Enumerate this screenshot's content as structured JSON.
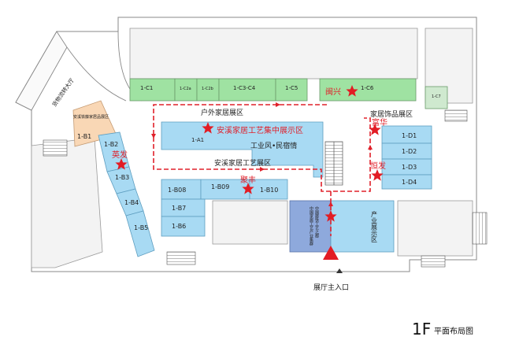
{
  "title": {
    "big": "1F",
    "small": "平面布局图"
  },
  "entrance": {
    "label": "展厅主入口"
  },
  "zones": {
    "outdoor_home": "户外家居展区",
    "anxi_display": "安溪家居工艺集中展示区",
    "industrial": "工业风•民宿情",
    "anxi_craft": "安溪家居工艺展区",
    "home_decor": "家居饰品展区",
    "industry": "产业展示区",
    "iron_vine": "安溪铁藤家居品展区",
    "cargo_hall": "货物流转大厅",
    "vertical_text_1": "中国家居工艺产业集群",
    "vertical_text_2": "中国藤铁工艺之都"
  },
  "booths": {
    "C1": "1-C1",
    "C2a": "1-C2a",
    "C2b": "1-C2b",
    "C3C4": "1-C3-C4",
    "C5": "1-C5",
    "C6": "1-C6",
    "C7": "1-C7",
    "A1": "1-A1",
    "B1": "1-B1",
    "B2": "1-B2",
    "B3": "1-B3",
    "B4": "1-B4",
    "B5": "1-B5",
    "B6": "1-B6",
    "B7": "1-B7",
    "B8": "1-B08",
    "B9": "1-B09",
    "B10": "1-B10",
    "D1": "1-D1",
    "D2": "1-D2",
    "D3": "1-D3",
    "D4": "1-D4"
  },
  "brands": {
    "minxing": "闽兴",
    "fuhua": "富华",
    "hengfa": "恒发",
    "yingfa": "英发",
    "jufeng": "聚丰"
  },
  "colors": {
    "blue": "#a8daf3",
    "blue_dark": "#8ea9dc",
    "green": "#9fe2a2",
    "peach": "#f9d7b5",
    "route_red": "#e0202a",
    "star_red": "#e21c24",
    "wall": "#d8d8d8"
  },
  "icons": [
    "star-marker-icon",
    "entrance-arrow-icon",
    "escalator-icon",
    "stairs-icon"
  ]
}
